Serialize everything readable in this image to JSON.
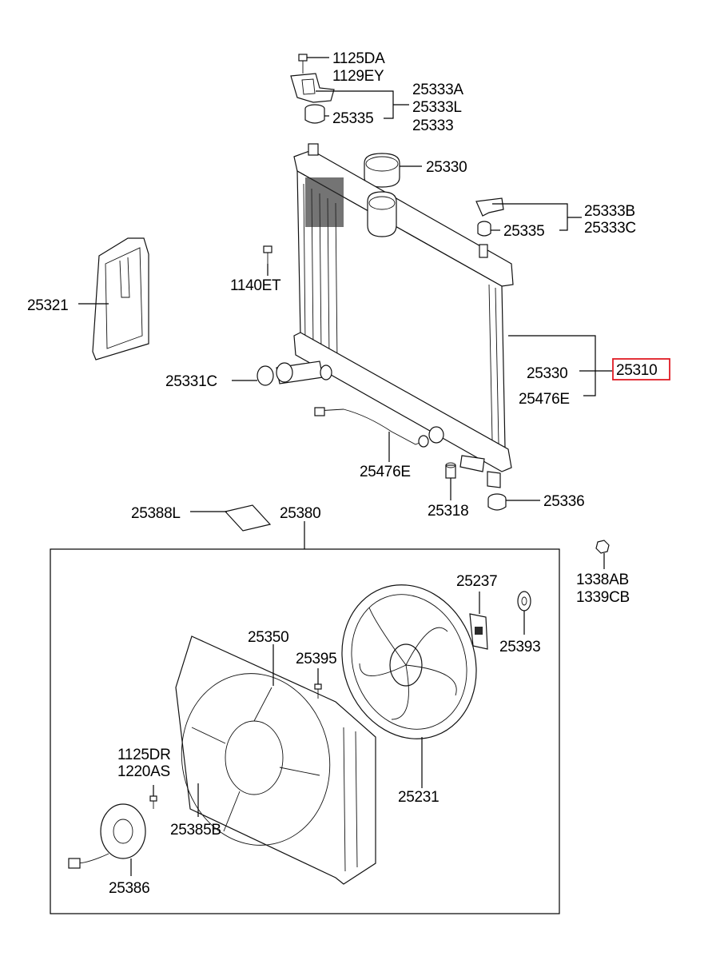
{
  "colors": {
    "highlight_box": "#e01b24",
    "line": "#000000",
    "background": "#ffffff"
  },
  "labels": {
    "p1125DA": "1125DA",
    "p1129EY": "1129EY",
    "p25333A": "25333A",
    "p25333L": "25333L",
    "p25333": "25333",
    "p25335_top": "25335",
    "p25330_cap": "25330",
    "p25333B": "25333B",
    "p25333C": "25333C",
    "p25335_right": "25335",
    "p25321": "25321",
    "p1140ET": "1140ET",
    "p25330_asm": "25330",
    "p25310": "25310",
    "p25476E_asm": "25476E",
    "p25331C": "25331C",
    "p25476E_hose": "25476E",
    "p25318": "25318",
    "p25336": "25336",
    "p25388L": "25388L",
    "p25380": "25380",
    "p1338AB": "1338AB",
    "p1339CB": "1339CB",
    "p25237": "25237",
    "p25393": "25393",
    "p25350": "25350",
    "p25395": "25395",
    "p1125DR": "1125DR",
    "p1220AS": "1220AS",
    "p25231": "25231",
    "p25385B": "25385B",
    "p25386": "25386"
  }
}
